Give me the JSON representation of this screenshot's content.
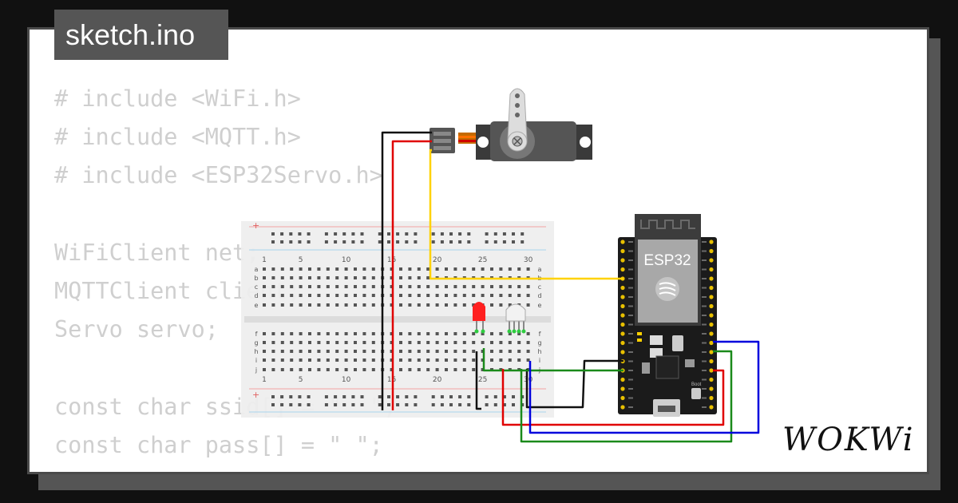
{
  "file_tab": {
    "name": "sketch.ino"
  },
  "code": {
    "lines": [
      "# include <WiFi.h>",
      "# include <MQTT.h>",
      "# include <ESP32Servo.h>",
      "",
      "WiFiClient net;",
      "MQTTClient client;",
      "Servo servo;",
      "",
      "const char ssid[] = \"  \";",
      "const char pass[] = \" \";"
    ]
  },
  "breadboard": {
    "column_numbers": [
      "1",
      "5",
      "10",
      "15",
      "20",
      "25",
      "30"
    ],
    "row_letters_top": [
      "a",
      "b",
      "c",
      "d",
      "e"
    ],
    "row_letters_bottom": [
      "f",
      "g",
      "h",
      "i",
      "j"
    ]
  },
  "esp32": {
    "label": "ESP32",
    "boot_label": "Boot"
  },
  "brand": {
    "logo": "WOKWi"
  },
  "colors": {
    "wire_black": "#111111",
    "wire_red": "#e00000",
    "wire_yellow": "#ffd200",
    "wire_green": "#1a8a1a",
    "wire_blue": "#0000dd",
    "led_red": "#ff2020",
    "board_black": "#1b1b1b",
    "pin_gold": "#e8c000"
  }
}
